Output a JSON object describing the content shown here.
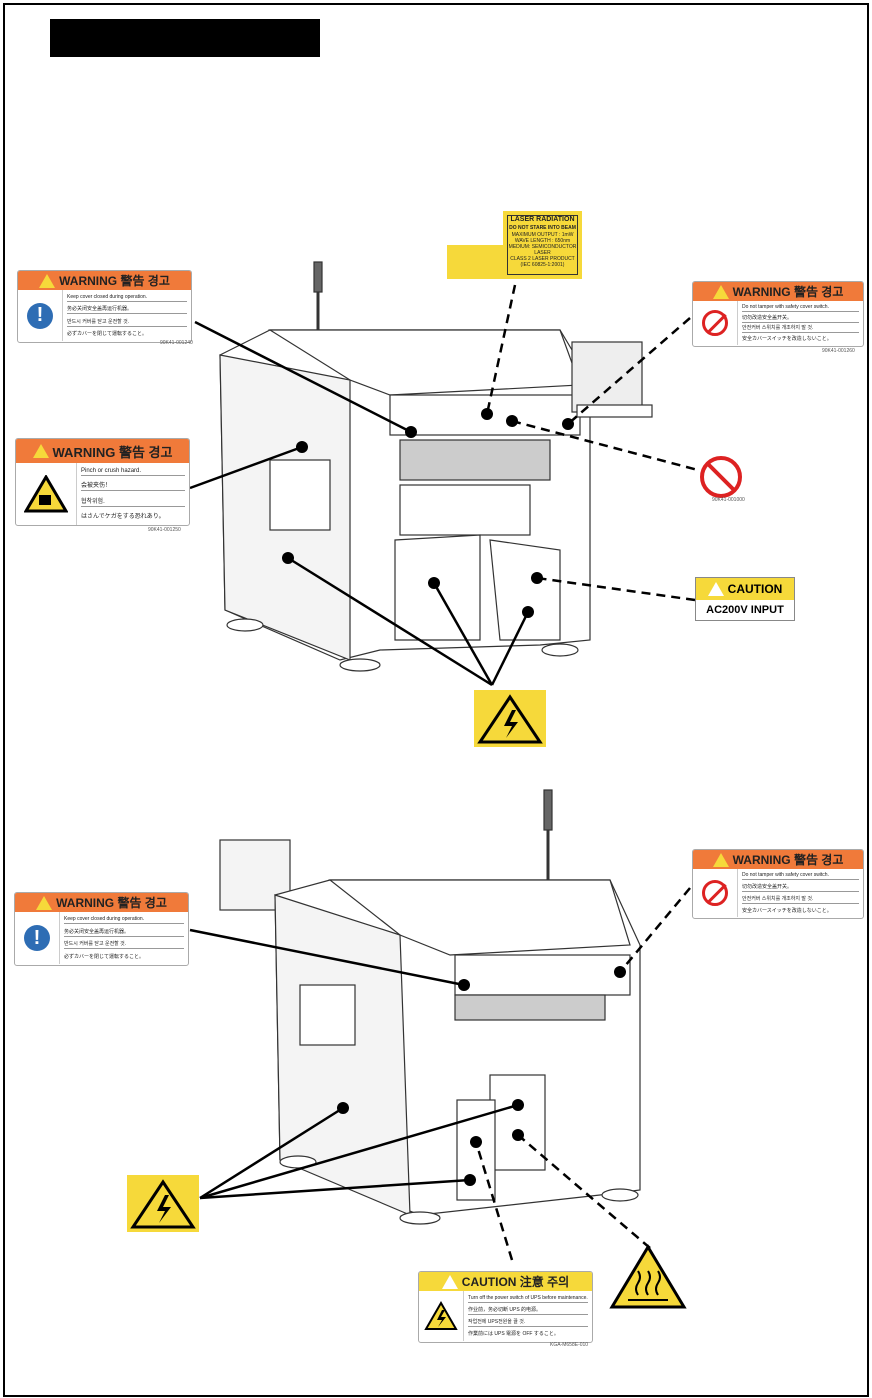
{
  "colors": {
    "warning_orange": "#f07a3a",
    "caution_yellow": "#f6d93a",
    "prohibit_red": "#d22222",
    "mandatory_blue": "#2e6db4"
  },
  "labels": {
    "warning_cover": {
      "header": "WARNING 警告 경고",
      "icon": "mandatory-action-icon",
      "lines": [
        "Keep cover closed during operation.",
        "务必关闭安全盖再运行机器。",
        "반드시 커버를 닫고 운전할 것.",
        "必ずカバーを閉じて運転すること。"
      ],
      "code": "90K41-001240"
    },
    "warning_tamper": {
      "header": "WARNING 警告 경고",
      "icon": "no-tamper-icon",
      "lines": [
        "Do not tamper with safety cover switch.",
        "切勿改造安全盖开关。",
        "안전커버 스위치를 개조하지 말 것.",
        "安全カバースイッチを改造しないこと。"
      ],
      "code": "90K41-001260"
    },
    "warning_pinch": {
      "header": "WARNING 警告 경고",
      "icon": "pinch-hazard-icon",
      "lines": [
        "Pinch or crush hazard.",
        "会被夹伤！",
        "협착위험.",
        "はさんでケガをする恐れあり。"
      ],
      "code": "90K41-001250"
    },
    "laser": {
      "title1": "LASER RADIATION",
      "title2": "DO NOT STARE INTO BEAM",
      "lines": [
        "MAXIMUM OUTPUT : 1mW",
        "WAVE LENGTH : 650nm",
        "MEDIUM: SEMICONDUCTOR LASER"
      ],
      "class1": "CLASS 2 LASER PRODUCT",
      "class2": "(IEC 60825-1:2001)"
    },
    "no_touch": {
      "code": "90K41-001000"
    },
    "caution_ac": {
      "header": "CAUTION",
      "text": "AC200V INPUT"
    },
    "caution_ups": {
      "header": "CAUTION 注意 주의",
      "icon": "electric-shock-icon",
      "lines": [
        "Turn off the power switch of UPS before maintenance.",
        "作业前，务必切断 UPS 的电源。",
        "작업전에 UPS전원을 끌 것.",
        "作業前には UPS 電源を OFF すること。"
      ],
      "code": "KGA-M658E-010"
    }
  }
}
